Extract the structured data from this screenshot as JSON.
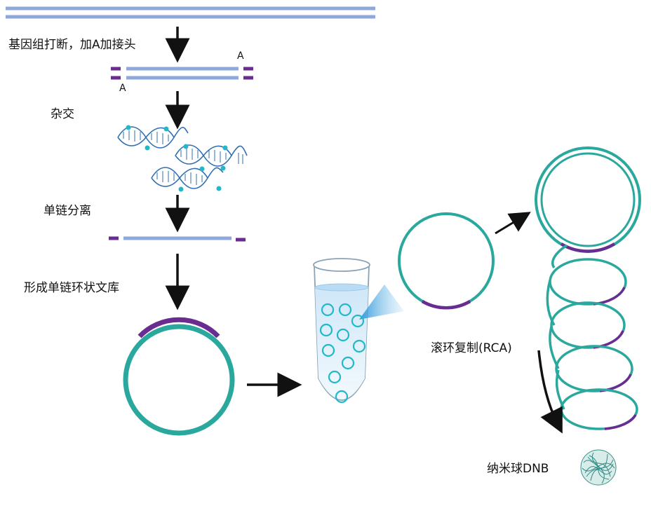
{
  "labels": {
    "step1": "基因组打断，加A加接头",
    "step2": "杂交",
    "step3": "单链分离",
    "step4": "形成单链环状文库",
    "rca": "滚环复制(RCA)",
    "dnb": "纳米球DNB",
    "a_top": "A",
    "a_bottom": "A"
  },
  "colors": {
    "dna_strand": "#8fa8db",
    "adapter": "#6a2c91",
    "circle": "#2aa89e",
    "helix": "#2f6fb3",
    "bead": "#22b8c8",
    "arrow": "#111111"
  }
}
